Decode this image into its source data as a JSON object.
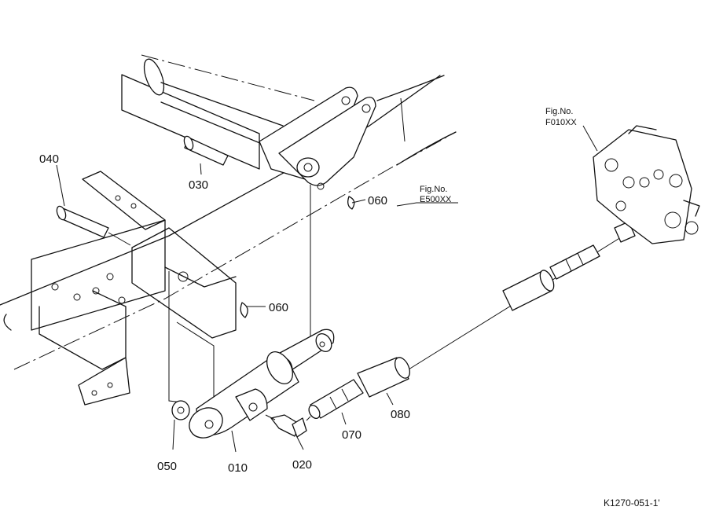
{
  "parts": [
    {
      "id": "p040",
      "number": "040"
    },
    {
      "id": "p030",
      "number": "030"
    },
    {
      "id": "p060a",
      "number": "060"
    },
    {
      "id": "p060b",
      "number": "060"
    },
    {
      "id": "p050",
      "number": "050"
    },
    {
      "id": "p010",
      "number": "010"
    },
    {
      "id": "p020",
      "number": "020"
    },
    {
      "id": "p070",
      "number": "070"
    },
    {
      "id": "p080",
      "number": "080"
    }
  ],
  "references": [
    {
      "id": "ref-e500",
      "line1": "Fig.No.",
      "line2": "E500XX"
    },
    {
      "id": "ref-f010",
      "line1": "Fig.No.",
      "line2": "F010XX"
    }
  ],
  "drawing_code": "K1270-051-1'"
}
